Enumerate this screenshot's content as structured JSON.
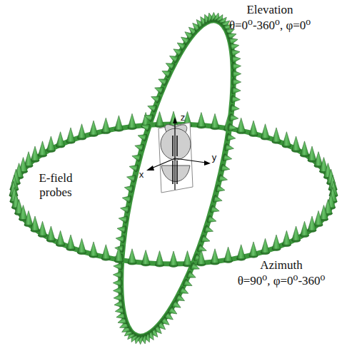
{
  "diagram": {
    "labels": [
      "Elevation",
      "θ=0⁰-360⁰, φ=0⁰",
      "E-field probes",
      "Azimuth",
      "θ=90⁰, φ=0⁰-360⁰",
      "z",
      "y",
      "x"
    ]
  }
}
